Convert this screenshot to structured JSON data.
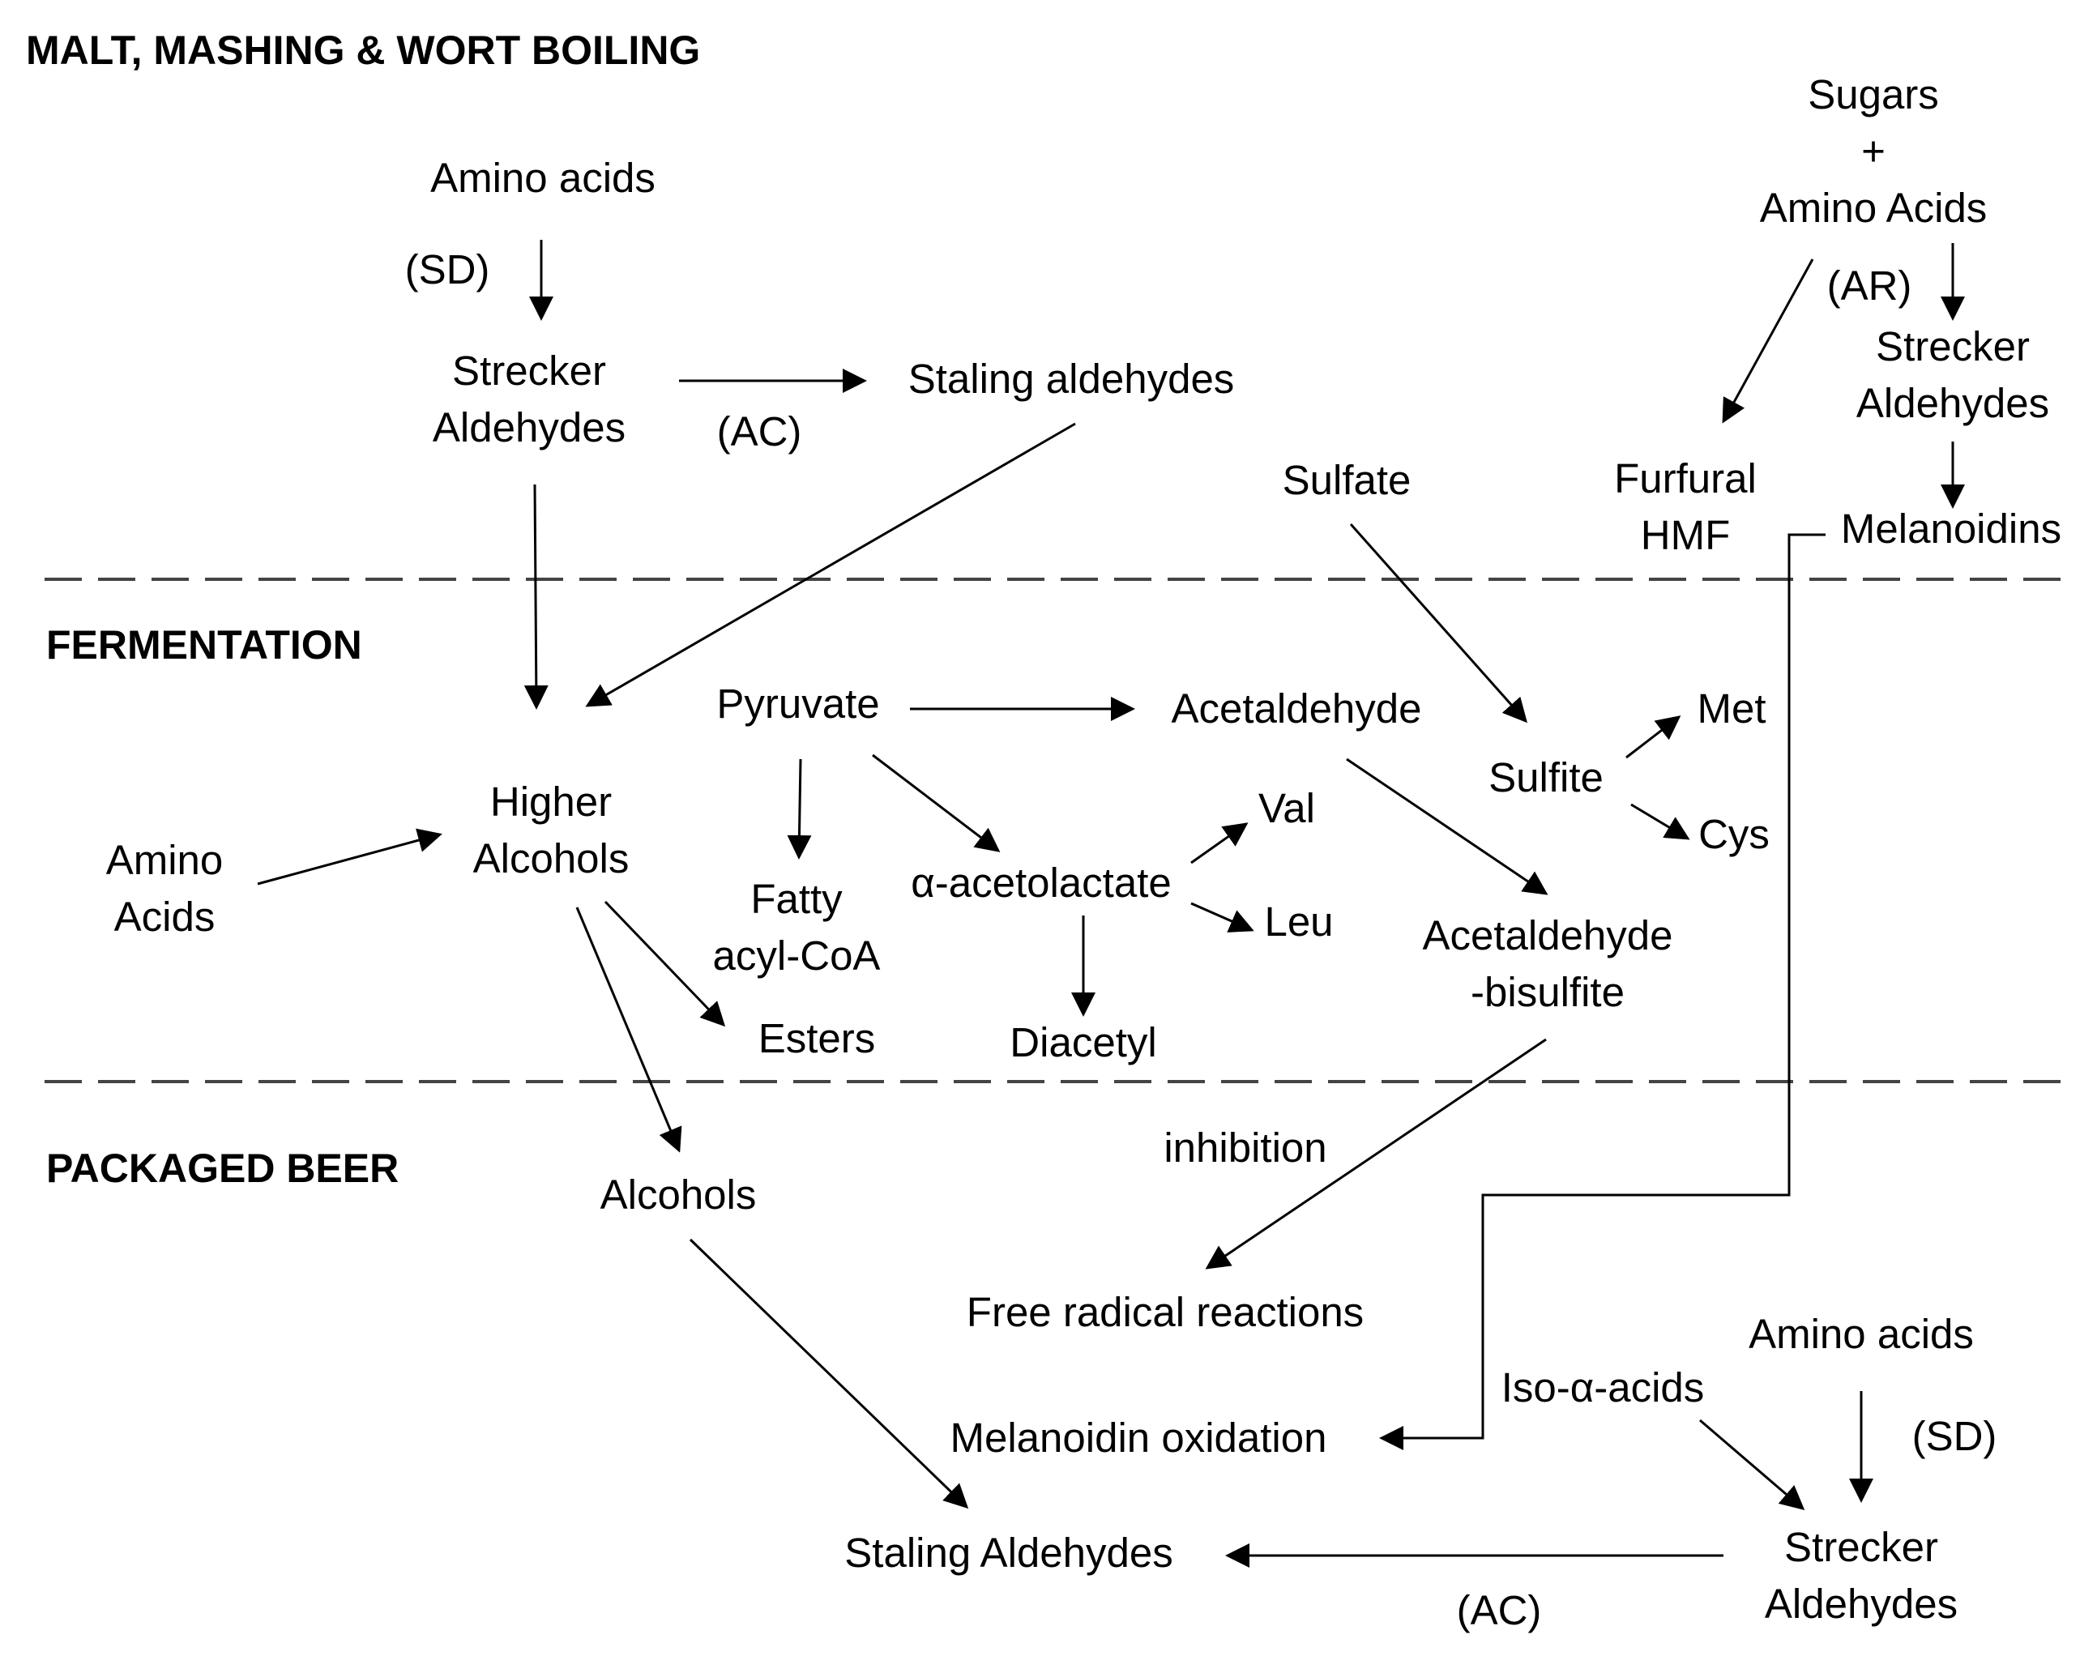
{
  "sections": {
    "malt": "MALT, MASHING & WORT BOILING",
    "fermentation": "FERMENTATION",
    "packaged": "PACKAGED BEER"
  },
  "nodes": {
    "amino_acids_top": "Amino acids",
    "sd_top": "(SD)",
    "strecker_top_1": "Strecker",
    "strecker_top_2": "Aldehydes",
    "ac_top": "(AC)",
    "staling_aldehydes_top": "Staling aldehydes",
    "sugars": "Sugars",
    "plus": "+",
    "amino_acids_ar": "Amino Acids",
    "ar": "(AR)",
    "strecker_right_1": "Strecker",
    "strecker_right_2": "Aldehydes",
    "furfural": "Furfural",
    "hmf": "HMF",
    "melanoidins": "Melanoidins",
    "sulfate": "Sulfate",
    "pyruvate": "Pyruvate",
    "acetaldehyde": "Acetaldehyde",
    "sulfite": "Sulfite",
    "met": "Met",
    "cys": "Cys",
    "higher_1": "Higher",
    "higher_2": "Alcohols",
    "amino_left_1": "Amino",
    "amino_left_2": "Acids",
    "fatty_1": "Fatty",
    "fatty_2": "acyl-CoA",
    "acetolactate": "α-acetolactate",
    "val": "Val",
    "leu": "Leu",
    "diacetyl": "Diacetyl",
    "esters": "Esters",
    "acetaldehyde_bisulfite_1": "Acetaldehyde",
    "acetaldehyde_bisulfite_2": "-bisulfite",
    "alcohols": "Alcohols",
    "inhibition": "inhibition",
    "free_radical": "Free radical reactions",
    "amino_acids_bottom": "Amino acids",
    "iso_alpha": "Iso-α-acids",
    "sd_bottom": "(SD)",
    "melanoidin_oxidation": "Melanoidin oxidation",
    "staling_aldehydes_bottom": "Staling Aldehydes",
    "strecker_bottom_1": "Strecker",
    "strecker_bottom_2": "Aldehydes",
    "ac_bottom": "(AC)"
  }
}
